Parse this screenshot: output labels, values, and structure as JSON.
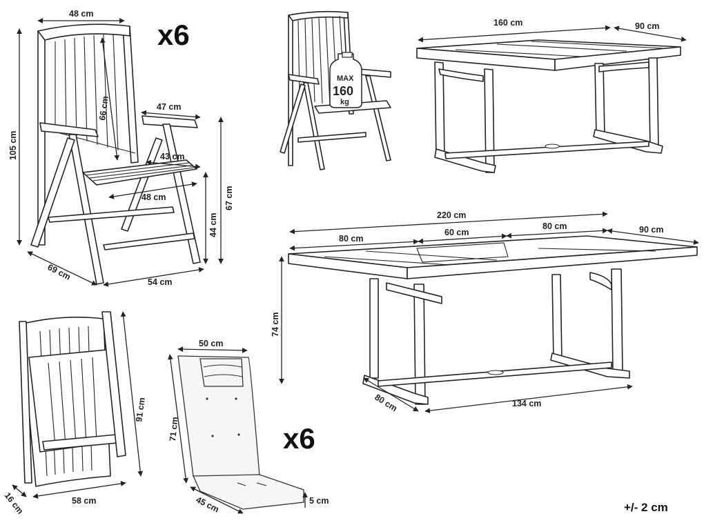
{
  "multiplier_labels": {
    "chairs": "x6",
    "cushions": "x6"
  },
  "tolerance": "+/- 2 cm",
  "load_badge": {
    "top": "MAX",
    "value": "160",
    "unit": "kg"
  },
  "chair_dims": {
    "width_top": "48 cm",
    "backrest_height": "66 cm",
    "total_height": "105 cm",
    "armrest_length": "47 cm",
    "seat_depth": "43 cm",
    "seat_width": "48 cm",
    "seat_height": "44 cm",
    "armrest_height": "67 cm",
    "depth": "69 cm",
    "base_width": "54 cm"
  },
  "folded_chair_dims": {
    "height": "91 cm",
    "width": "58 cm",
    "thickness": "16 cm"
  },
  "cushion_dims": {
    "width": "50 cm",
    "length": "71 cm",
    "seat_depth": "45 cm",
    "thickness": "5 cm"
  },
  "table_small_dims": {
    "length": "160 cm",
    "width": "90 cm"
  },
  "table_large_dims": {
    "total_length": "220 cm",
    "end_left": "80 cm",
    "extension": "60 cm",
    "end_right": "80 cm",
    "width": "90 cm",
    "height": "74 cm",
    "leg_depth": "80 cm",
    "leg_span": "134 cm"
  }
}
